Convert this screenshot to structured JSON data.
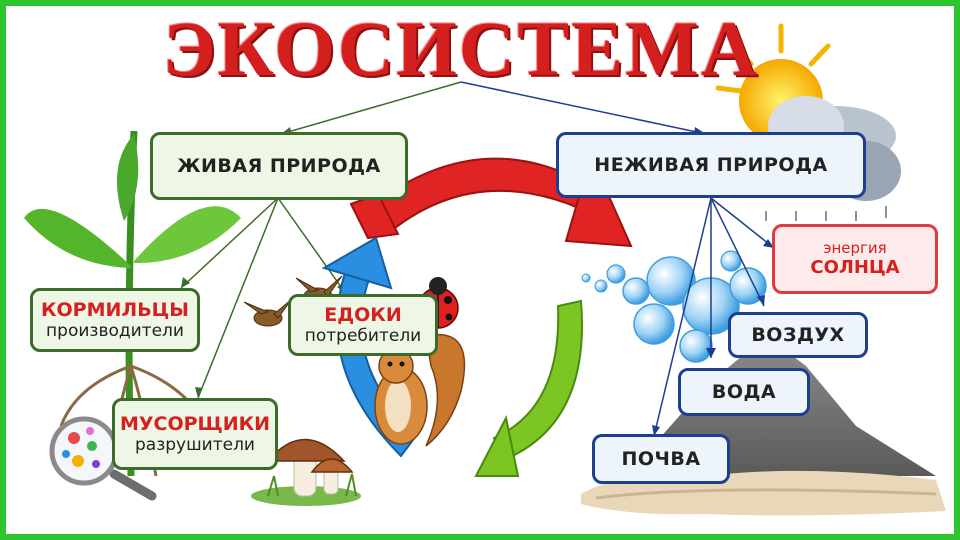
{
  "title": "ЭКОСИСТЕМА",
  "living": {
    "label": "ЖИВАЯ ПРИРОДА",
    "producers": {
      "title": "КОРМИЛЬЦЫ",
      "subtitle": "производители"
    },
    "consumers": {
      "title": "ЕДОКИ",
      "subtitle": "потребители"
    },
    "decomposers": {
      "title": "МУСОРЩИКИ",
      "subtitle": "разрушители"
    }
  },
  "nonliving": {
    "label": "НЕЖИВАЯ ПРИРОДА",
    "sun_energy": {
      "line1": "энергия",
      "line2": "СОЛНЦА"
    },
    "air": "ВОЗДУХ",
    "water": "ВОДА",
    "soil": "ПОЧВА"
  },
  "colors": {
    "title_red": "#d41f1f",
    "frame_green": "#2fc52f",
    "living_border": "#3d6b2a",
    "nonliving_border": "#1c3f8f",
    "sun_box_border": "#e23b3b",
    "arrow_red": "#e02424",
    "arrow_blue": "#2a8fe0",
    "arrow_green": "#7cc522"
  },
  "icons": [
    "plant-icon",
    "sun-cloud-icon",
    "bird-icon",
    "ladybug-icon",
    "squirrel-icon",
    "mushroom-icon",
    "magnifier-icon",
    "bubbles-icon",
    "mountain-icon"
  ]
}
